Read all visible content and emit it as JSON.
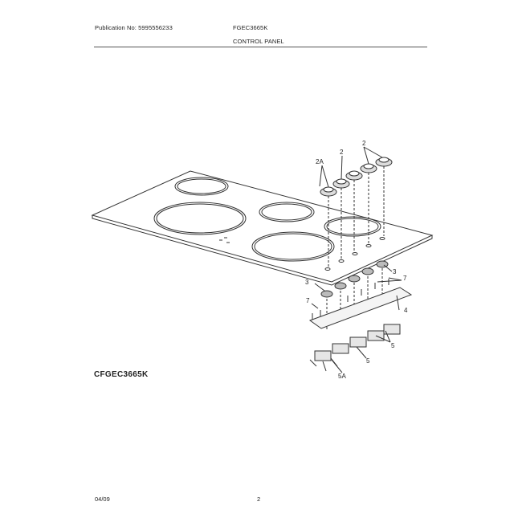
{
  "header": {
    "publication": "Publication No: 5995556233",
    "model": "FGEC3665K",
    "section_title": "CONTROL PANEL"
  },
  "diagram": {
    "model_caption": "CFGEC3665K",
    "callouts": [
      "2A",
      "2",
      "2",
      "3",
      "3",
      "7",
      "7",
      "4",
      "5",
      "5",
      "5A"
    ]
  },
  "footer": {
    "date": "04/09",
    "page": "2"
  }
}
